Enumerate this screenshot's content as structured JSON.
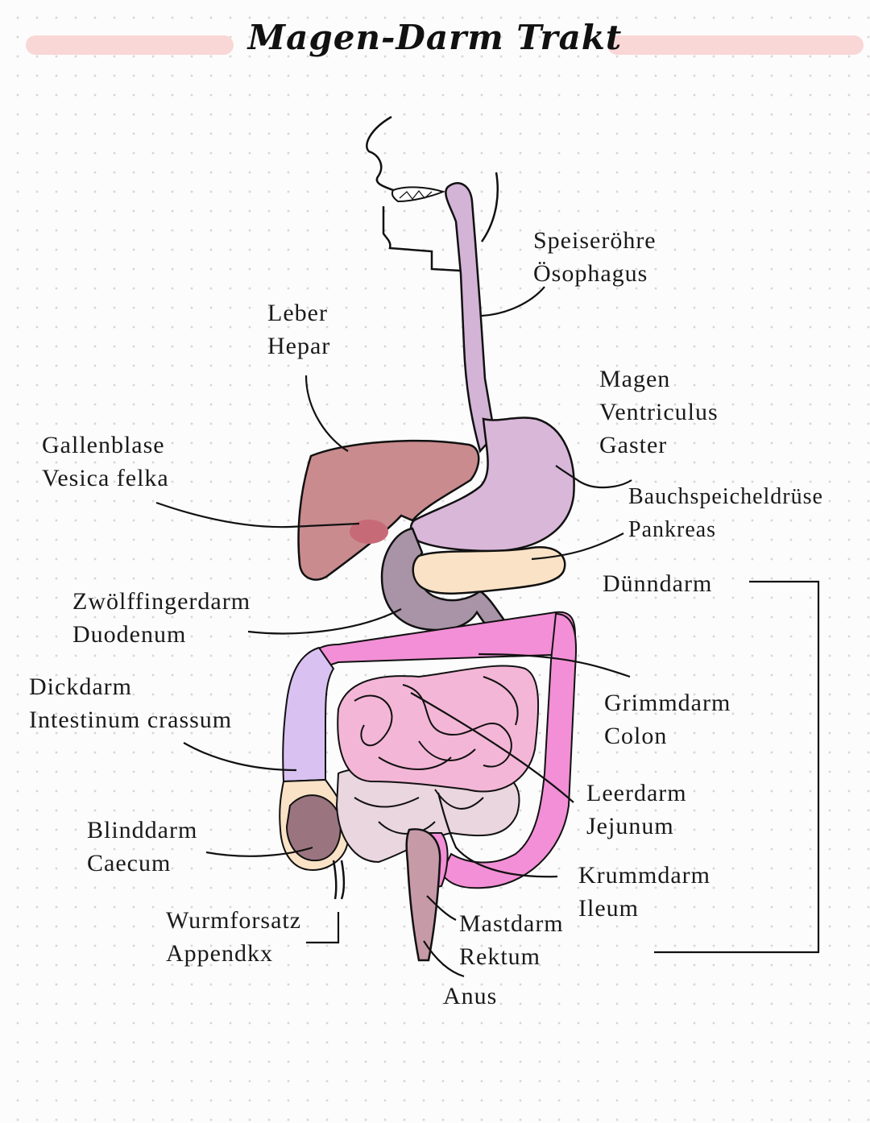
{
  "title": "Magen-Darm Trakt",
  "labels": {
    "speiseroehre": [
      "Speiseröhre",
      "Ösophagus"
    ],
    "leber": [
      "Leber",
      "Hepar"
    ],
    "magen": [
      "Magen",
      "Ventriculus",
      "Gaster"
    ],
    "gallenblase": [
      "Gallenblase",
      "Vesica felka"
    ],
    "pankreas": [
      "Bauchspeicheldrüse",
      "Pankreas"
    ],
    "duenndarm": [
      "Dünndarm"
    ],
    "duodenum": [
      "Zwölffingerdarm",
      "Duodenum"
    ],
    "dickdarm": [
      "Dickdarm",
      "Intestinum crassum"
    ],
    "colon": [
      "Grimmdarm",
      "Colon"
    ],
    "jejunum": [
      "Leerdarm",
      "Jejunum"
    ],
    "caecum": [
      "Blinddarm",
      "Caecum"
    ],
    "ileum": [
      "Krummdarm",
      "Ileum"
    ],
    "appendix": [
      "Wurmforsatz",
      "Appendkx"
    ],
    "rektum": [
      "Mastdarm",
      "Rektum"
    ],
    "anus": [
      "Anus"
    ]
  },
  "colors": {
    "esophagus": "#d3b3d6",
    "stomach": "#d9b7d9",
    "liver": "#c98b8e",
    "gallbladder": "#c76a78",
    "pancreas": "#fae2c6",
    "duodenum": "#a894a6",
    "colon": "#f28fd6",
    "ascending_colon": "#d9c2f2",
    "caecum": "#9a7580",
    "small_intestine": "#f4b6d6",
    "small_intestine_lower": "#ead6df",
    "rectum": "#c79aa8",
    "title_bar": "#f9d7d6"
  }
}
